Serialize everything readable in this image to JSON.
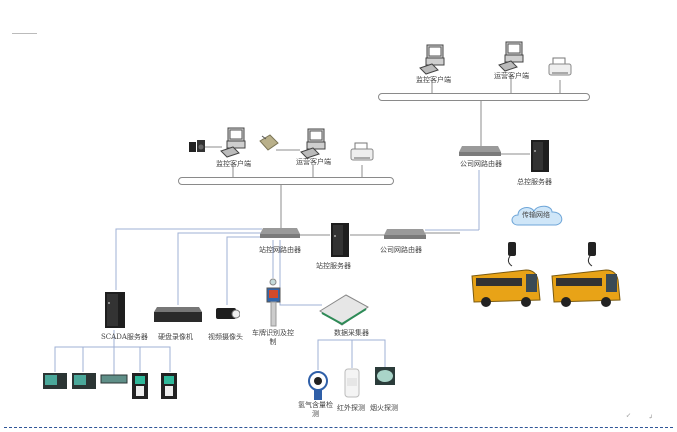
{
  "diagram": {
    "title": "",
    "colors": {
      "line_gray": "#8c8c8c",
      "line_blue": "#9fb0d4",
      "bus_border": "#8a8a8a",
      "cloud_fill": "#cfe6f8",
      "cloud_stroke": "#6fa6d8",
      "bus_body": "#e8a317",
      "footer_dash": "#2f5597"
    },
    "labels": {
      "hq_monitor_client": "监控客户端",
      "hq_ops_client": "运营客户端",
      "station_monitor_client": "监控客户端",
      "station_ops_client": "运营客户端",
      "company_router_top": "公司网路由器",
      "master_server": "总控服务器",
      "station_router": "站控网路由器",
      "station_server": "站控服务器",
      "company_router_mid": "公司网路由器",
      "transport_network": "传输网络",
      "scada_server": "SCADA服务器",
      "nvr": "硬盘录像机",
      "video_camera": "视频摄像头",
      "plate_recognition_line1": "车牌识别及控",
      "plate_recognition_line2": "制",
      "data_collector": "数据采集器",
      "hydrogen_detector_line1": "氢气含量检",
      "hydrogen_detector_line2": "测",
      "infrared_detector": "红外探测",
      "smoke_detector": "烟火探测"
    },
    "nodes": [
      {
        "id": "hq-monitor-client",
        "type": "pc-icon"
      },
      {
        "id": "hq-ops-client",
        "type": "pc-icon"
      },
      {
        "id": "hq-printer",
        "type": "printer-icon"
      },
      {
        "id": "station-speaker",
        "type": "speaker-icon"
      },
      {
        "id": "station-monitor-client",
        "type": "pc-icon"
      },
      {
        "id": "card-reader",
        "type": "card-reader-icon"
      },
      {
        "id": "station-ops-client",
        "type": "pc-icon"
      },
      {
        "id": "station-printer",
        "type": "printer-icon"
      },
      {
        "id": "company-router-top",
        "type": "router-icon"
      },
      {
        "id": "master-server",
        "type": "server-icon"
      },
      {
        "id": "station-router",
        "type": "router-icon"
      },
      {
        "id": "station-server",
        "type": "server-icon"
      },
      {
        "id": "company-router-mid",
        "type": "router-icon"
      },
      {
        "id": "transport-cloud",
        "type": "cloud-icon"
      },
      {
        "id": "bus-1",
        "type": "bus-icon"
      },
      {
        "id": "bus-2",
        "type": "bus-icon"
      },
      {
        "id": "scada-server",
        "type": "server-icon"
      },
      {
        "id": "nvr",
        "type": "nvr-icon"
      },
      {
        "id": "camera",
        "type": "camera-icon"
      },
      {
        "id": "plate-recognition",
        "type": "gate-icon"
      },
      {
        "id": "data-collector",
        "type": "io-module-icon"
      },
      {
        "id": "hydrogen-detector",
        "type": "gas-sensor-icon"
      },
      {
        "id": "infrared-detector",
        "type": "pir-sensor-icon"
      },
      {
        "id": "smoke-detector",
        "type": "smoke-sensor-icon"
      },
      {
        "id": "scada-hmi-1",
        "type": "hmi-icon"
      },
      {
        "id": "scada-hmi-2",
        "type": "hmi-icon"
      },
      {
        "id": "scada-rail-module",
        "type": "rail-module-icon"
      },
      {
        "id": "charger-1",
        "type": "charger-icon"
      },
      {
        "id": "charger-2",
        "type": "charger-icon"
      }
    ],
    "edges": [
      [
        "hq-monitor-client",
        "hq-bus"
      ],
      [
        "hq-ops-client",
        "hq-bus"
      ],
      [
        "hq-printer",
        "hq-bus"
      ],
      [
        "hq-bus",
        "company-router-top"
      ],
      [
        "company-router-top",
        "master-server"
      ],
      [
        "company-router-top",
        "company-router-mid"
      ],
      [
        "station-monitor-client",
        "station-bus"
      ],
      [
        "station-ops-client",
        "station-bus"
      ],
      [
        "station-printer",
        "station-bus"
      ],
      [
        "station-speaker",
        "station-monitor-client"
      ],
      [
        "card-reader",
        "station-ops-client"
      ],
      [
        "station-bus",
        "station-router"
      ],
      [
        "station-router",
        "station-server"
      ],
      [
        "station-server",
        "company-router-mid"
      ],
      [
        "station-router",
        "scada-server"
      ],
      [
        "station-router",
        "nvr"
      ],
      [
        "station-router",
        "camera"
      ],
      [
        "station-router",
        "plate-recognition"
      ],
      [
        "station-router",
        "data-collector"
      ],
      [
        "data-collector",
        "hydrogen-detector"
      ],
      [
        "data-collector",
        "infrared-detector"
      ],
      [
        "data-collector",
        "smoke-detector"
      ],
      [
        "scada-server",
        "scada-hmi-1"
      ],
      [
        "scada-server",
        "scada-hmi-2"
      ],
      [
        "scada-server",
        "scada-rail-module"
      ],
      [
        "scada-server",
        "charger-1"
      ],
      [
        "scada-server",
        "charger-2"
      ]
    ]
  },
  "footer": {
    "marks": [
      "↙",
      "↲"
    ]
  }
}
